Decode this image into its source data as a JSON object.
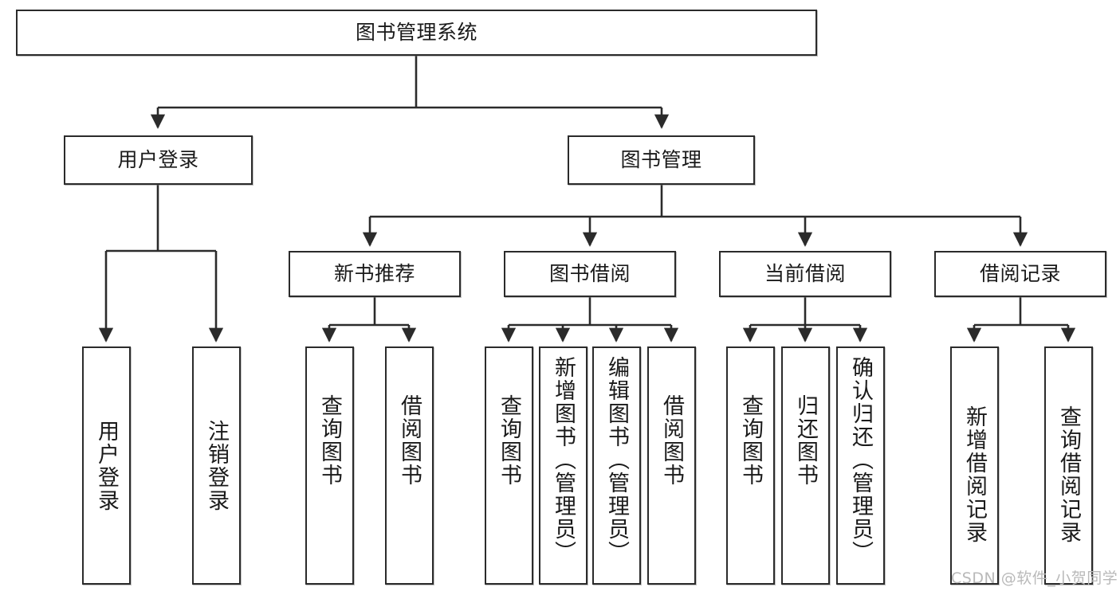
{
  "diagram": {
    "type": "tree",
    "title_node": {
      "id": "root",
      "label": "图书管理系统"
    },
    "level2": [
      {
        "id": "login",
        "label": "用户登录"
      },
      {
        "id": "bookmgmt",
        "label": "图书管理"
      }
    ],
    "level3": [
      {
        "id": "newbook",
        "label": "新书推荐"
      },
      {
        "id": "borrow",
        "label": "图书借阅"
      },
      {
        "id": "current",
        "label": "当前借阅"
      },
      {
        "id": "record",
        "label": "借阅记录"
      }
    ],
    "leaves": {
      "login": [
        {
          "id": "leaf-user-login",
          "label": "用户登录"
        },
        {
          "id": "leaf-user-logout",
          "label": "注销登录"
        }
      ],
      "newbook": [
        {
          "id": "leaf-query-book-1",
          "label": "查询图书"
        },
        {
          "id": "leaf-borrow-book-1",
          "label": "借阅图书"
        }
      ],
      "borrow": [
        {
          "id": "leaf-query-book-2",
          "label": "查询图书"
        },
        {
          "id": "leaf-add-book",
          "label": "新增图书（管理员）"
        },
        {
          "id": "leaf-edit-book",
          "label": "编辑图书（管理员）"
        },
        {
          "id": "leaf-borrow-book-2",
          "label": "借阅图书"
        }
      ],
      "current": [
        {
          "id": "leaf-query-book-3",
          "label": "查询图书"
        },
        {
          "id": "leaf-return-book",
          "label": "归还图书"
        },
        {
          "id": "leaf-confirm-return",
          "label": "确认归还（管理员）"
        }
      ],
      "record": [
        {
          "id": "leaf-add-record",
          "label": "新增借阅记录"
        },
        {
          "id": "leaf-query-record",
          "label": "查询借阅记录"
        }
      ]
    }
  },
  "watermark": {
    "text": "CSDN @软件_小贺同学"
  },
  "colors": {
    "border": "#2b2b2b",
    "background": "#ffffff",
    "text": "#1a1a1a",
    "watermark": "#b9b9b9"
  }
}
